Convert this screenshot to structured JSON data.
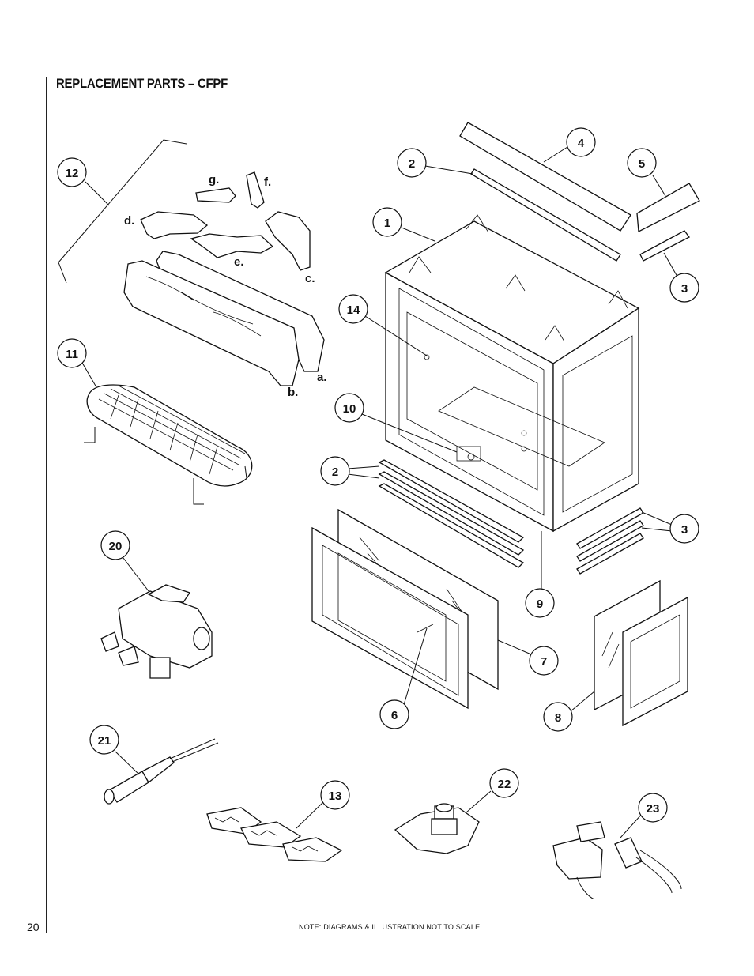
{
  "header": {
    "title": "REPLACEMENT PARTS – CFPF"
  },
  "footer": {
    "page_number": "20",
    "note": "NOTE: DIAGRAMS & ILLUSTRATION NOT TO SCALE."
  },
  "callouts": {
    "c1": "1",
    "c2a": "2",
    "c2b": "2",
    "c3a": "3",
    "c3b": "3",
    "c4": "4",
    "c5": "5",
    "c6": "6",
    "c7": "7",
    "c8": "8",
    "c9": "9",
    "c10": "10",
    "c11": "11",
    "c12": "12",
    "c13": "13",
    "c14": "14",
    "c20": "20",
    "c21": "21",
    "c22": "22",
    "c23": "23"
  },
  "log_labels": {
    "a": "a.",
    "b": "b.",
    "c": "c.",
    "d": "d.",
    "e": "e.",
    "f": "f.",
    "g": "g."
  }
}
